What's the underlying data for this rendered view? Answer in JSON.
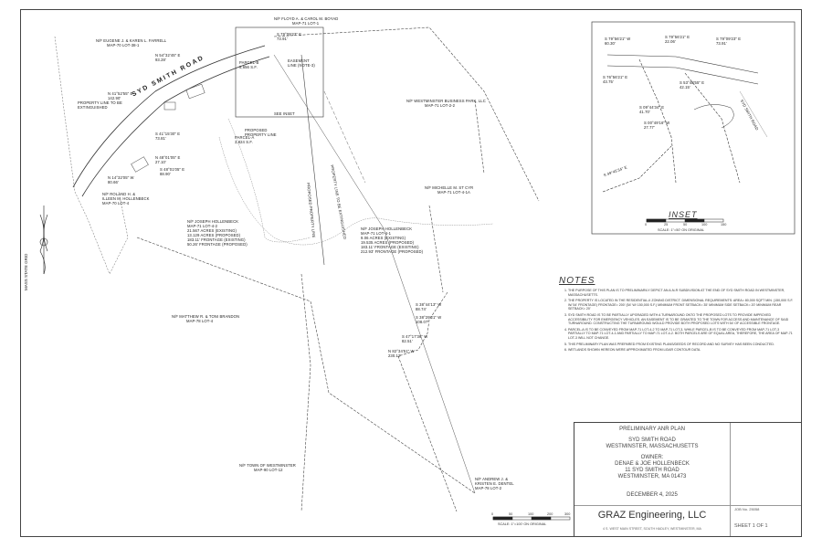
{
  "parcels": {
    "farrell": [
      "N/F EUGENE J. & KAREN L. FARRELL",
      "MAP-70 LOT-38-1"
    ],
    "boyd": [
      "N/F FLOYD A. & CAROL M. BOYAD",
      "MAP-71 LOT-1"
    ],
    "westminster_business": [
      "N/F WESTMINSTER BUSINESS PARK, LLC",
      "MAP-71 LOT-2-2"
    ],
    "roland": [
      "N/F ROLAND H. &",
      "ILLEEN M. HOLLENBECK",
      "MAP-70 LOT-4"
    ],
    "michelle": [
      "N/F MICHELLE M. ST CYR",
      "MAP-71 LOT-4-1A"
    ],
    "joseph1": [
      "N/F JOSEPH HOLLENBECK",
      "MAP-71 LOT-4-2",
      "21.567 ACRES (EXISTING)",
      "13.129 ACRES (PROPOSED)",
      "183.11' FRONTAGE (EXISTING)",
      "50.26' FRONTAGE (PROPOSED)"
    ],
    "joseph2": [
      "N/F JOSEPH HOLLENBECK",
      "MAP-71 LOT-4-1",
      "9.06 ACRES (EXISTING)",
      "19.535 ACRES (PROPOSED)",
      "183.11' FRONTAGE (EXISTING)",
      "212.93' FRONTAGE (PROPOSED)"
    ],
    "brandon": [
      "N/F MATTHEW R. & TONI BRANDON",
      "MAP-78 LOT-4"
    ],
    "town": [
      "N/F TOWN OF WESTMINSTER",
      "MAP-90 LOT-12"
    ],
    "andrew": [
      "N/F ANDREW J. &",
      "KRISTEN E. DENTEL",
      "MAP-78 LOT-2"
    ]
  },
  "labels": {
    "road": "SYD SMITH ROAD",
    "parcel_b": "PARCEL-B",
    "parcel_b_area": "5,656 S.F.",
    "parcel_a": "PARCEL-A",
    "parcel_a_area": "3,824 S.F.",
    "easement": "EASEMENT",
    "easement2": "LINE (NOTE-3)",
    "property_line": "PROPERTY LINE TO BE",
    "property_line2": "EXTINGUISHED",
    "proposed": "PROPOSED",
    "proposed2": "PROPERTY LINE",
    "see_inset": "SEE INSET",
    "extinguished_vertical": "PROPERTY LINE TO BE EXTINGUISHED",
    "proposed_vertical": "PROPOSED PROPERTY LINE",
    "mass_grid": "MASS STATE GRID",
    "scale_main": "SCALE: 1\"=100' ON ORIGINAL",
    "scale_inset": "SCALE: 1\"=50' ON ORIGINAL"
  },
  "bearings": [
    {
      "t": "S 79°09'23\" E",
      "d": "73.91'"
    },
    {
      "t": "N 54°32'45\" E",
      "d": "93.28'"
    },
    {
      "t": "N 41°52'55\" E",
      "d": "142.90'"
    },
    {
      "t": "S 41°15'30\" E",
      "d": "73.81'"
    },
    {
      "t": "N 48°01'05\" E",
      "d": "27.10'"
    },
    {
      "t": "S 48°01'05\" E",
      "d": "88.90'"
    },
    {
      "t": "N 14°32'05\" W",
      "d": "80.66'"
    },
    {
      "t": "S 38°44'13\" W",
      "d": "88.74'"
    },
    {
      "t": "S 38°29'21\" W",
      "d": "108.07'"
    },
    {
      "t": "S 47°17'36\" W",
      "d": "82.51'"
    },
    {
      "t": "N 82°34'51\" W",
      "d": "230.12'"
    }
  ],
  "inset": {
    "title": "INSET",
    "b1": "S 79°56'21\" E",
    "b1d": "22.06'",
    "b2": "S 79°09'23\" E",
    "b2d": "73.91'",
    "b3": "S 79°56'21\" W",
    "b3d": "60.30'",
    "b4": "S 76°56'21\" E",
    "b4d": "43.75'",
    "b5": "S 53°48'55\" E",
    "b5d": "42.15'",
    "b6": "S 09°44'34\" E",
    "b6d": "41.70'",
    "b7": "S 00°49'16\" W",
    "b7d": "27.77'",
    "b8": "S 49°45'34\" E",
    "road": "SYD SMITH ROAD"
  },
  "notes": {
    "title": "NOTES",
    "items": [
      "THE PURPOSE OF THIS PLAN IS TO PRELIMINARILY DEPICT AN A-N-R SUBDIVISION AT THE END OF SYD SMITH ROAD IN WESTMINSTER, MASSACHUSETTS.",
      "THE PROPERTY IS LOCATED IN THE RESIDENTIAL-II ZONING DISTRICT. DIMENSIONAL REQUIREMENTS: AREA= 80,000 SQFT MIN. (150,000 S.F. W/ 54' FRONTAGE) FRONTAGE= 200' (54' W/ 150,000 S.F.) MINIMUM FRONT SETBACK= 35' MINIMUM SIDE SETBACK= 20' MINIMUM REAR SETBACK= 20'",
      "SYD SMITH ROAD IS TO BE PARTIALLY UPGRADED WITH A TURNAROUND ONTO THE PROPOSED LOTS TO PROVIDE IMPROVED ACCESSIBILITY FOR EMERGENCY VEHICLES. AN EASEMENT IS TO BE GRANTED TO THE TOWN FOR ACCESS AND MAINTENANCE OF SAID TURNAROUND. CONSTRUCTING THE TURNAROUND WOULD PROVIDE BOTH PROPOSED LOTS WITH 54' OF ACCESSIBLE FRONTAGE.",
      "PARCEL-A IS TO BE CONVEYED FROM MAP-71 LOT-4-2 TO MAP-71 LOT-3, WHILE PARCEL-B IS TO BE CONVEYED FROM MAP-71 LOT-3 PARTIALLY TO MAP-71 LOT-4-1 AND PARTIALLY TO MAP-71 LOT-4-2. BOTH PARCELS ARE OF EQUAL AREA, THEREFORE, THE AREA OF MAP-71 LOT-3 WILL NOT CHANGE.",
      "THIS PRELIMINARY PLAN WAS PREPARED FROM EXISTING PLANS/DEEDS OF RECORD AND NO SURVEY HAS BEEN CONDUCTED.",
      "WETLANDS SHOWN HEREON WERE APPROXIMATED FROM LIDAR CONTOUR DATA."
    ]
  },
  "title_block": {
    "plan_type": "PRELIMINARY ANR PLAN",
    "location1": "SYD SMITH ROAD",
    "location2": "WESTMINSTER, MASSACHUSETTS",
    "owner_label": "OWNER:",
    "owner1": "DENAE & JOE HOLLENBECK",
    "owner2": "11 SYD SMITH ROAD",
    "owner3": "WESTMINSTER, MA 01473",
    "date": "DECEMBER 4, 2025",
    "firm": "GRAZ Engineering, LLC",
    "firm_address": "4 S. WEST MAIN STREET, SOUTH HADLEY, WESTMINSTER, MA",
    "job_no": "JOB No. 25058",
    "sheet": "SHEET 1 OF 1"
  },
  "scale_ticks_main": [
    "0",
    "50",
    "100",
    "200",
    "300"
  ],
  "scale_ticks_inset": [
    "0",
    "25",
    "50",
    "100",
    "150"
  ]
}
